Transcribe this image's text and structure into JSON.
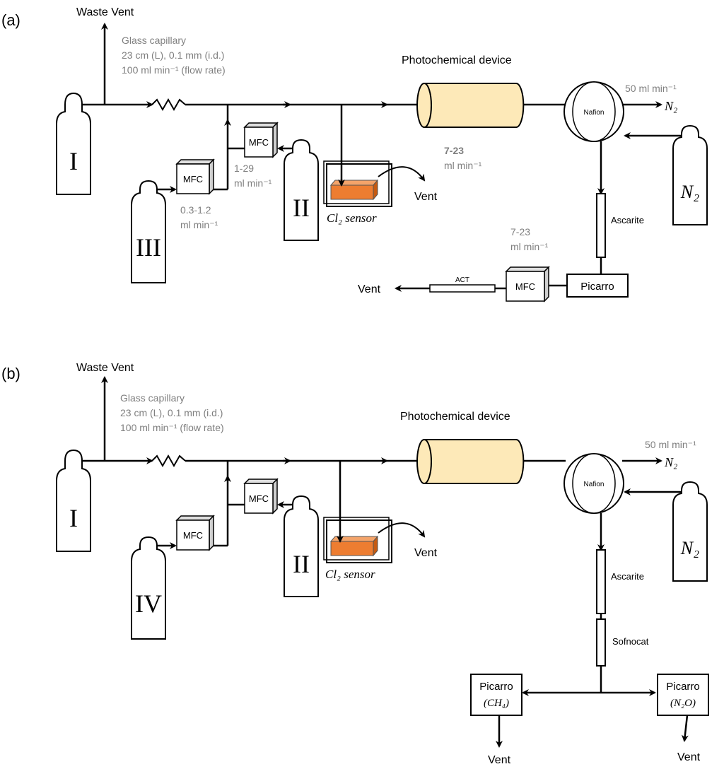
{
  "panels": [
    {
      "id": "a",
      "panel_label": "(a)",
      "waste_vent": "Waste Vent",
      "capillary": {
        "line1": "Glass capillary",
        "line2": "23 cm (L), 0.1 mm (i.d.)",
        "line3": "100 ml min⁻¹ (flow rate)"
      },
      "photochemical_device": "Photochemical device",
      "cylinders": {
        "main": "I",
        "second": "II",
        "third": "III",
        "n2": "N₂"
      },
      "mfc_label": "MFC",
      "flow_mfc_third": {
        "line1": "0.3-1.2",
        "line2": "ml min⁻¹"
      },
      "flow_mfc_second": {
        "line1": "1-29",
        "line2": "ml min⁻¹"
      },
      "sensor": "Cl₂ sensor",
      "sensor_vent": "Vent",
      "sensor_flow": {
        "line1": "7-23",
        "line2": "ml min⁻¹"
      },
      "nafion": "Nafion",
      "n2_flow": "50 ml min⁻¹",
      "n2_out": "N₂",
      "ascarite": "Ascarite",
      "picarro": "Picarro",
      "picarro_flow": {
        "line1": "7-23",
        "line2": "ml min⁻¹"
      },
      "act": "ACT",
      "final_vent": "Vent"
    },
    {
      "id": "b",
      "panel_label": "(b)",
      "waste_vent": "Waste Vent",
      "capillary": {
        "line1": "Glass capillary",
        "line2": "23 cm (L), 0.1 mm (i.d.)",
        "line3": "100 ml min⁻¹ (flow rate)"
      },
      "photochemical_device": "Photochemical device",
      "cylinders": {
        "main": "I",
        "second": "II",
        "third": "IV",
        "n2": "N₂"
      },
      "mfc_label": "MFC",
      "sensor": "Cl₂ sensor",
      "sensor_vent": "Vent",
      "nafion": "Nafion",
      "n2_flow": "50 ml min⁻¹",
      "n2_out": "N₂",
      "ascarite": "Ascarite",
      "sofnocat": "Sofnocat",
      "picarro_ch4": {
        "line1": "Picarro",
        "line2": "(CH₄)"
      },
      "picarro_n2o": {
        "line1": "Picarro",
        "line2": "(N₂O)"
      },
      "vent_left": "Vent",
      "vent_right": "Vent"
    }
  ],
  "colors": {
    "device_fill": "#fde9b8",
    "sensor_fill": "#ed7d31",
    "mfc_shade": "#cfcfcf",
    "annotation_gray": "#7f7f7f"
  }
}
